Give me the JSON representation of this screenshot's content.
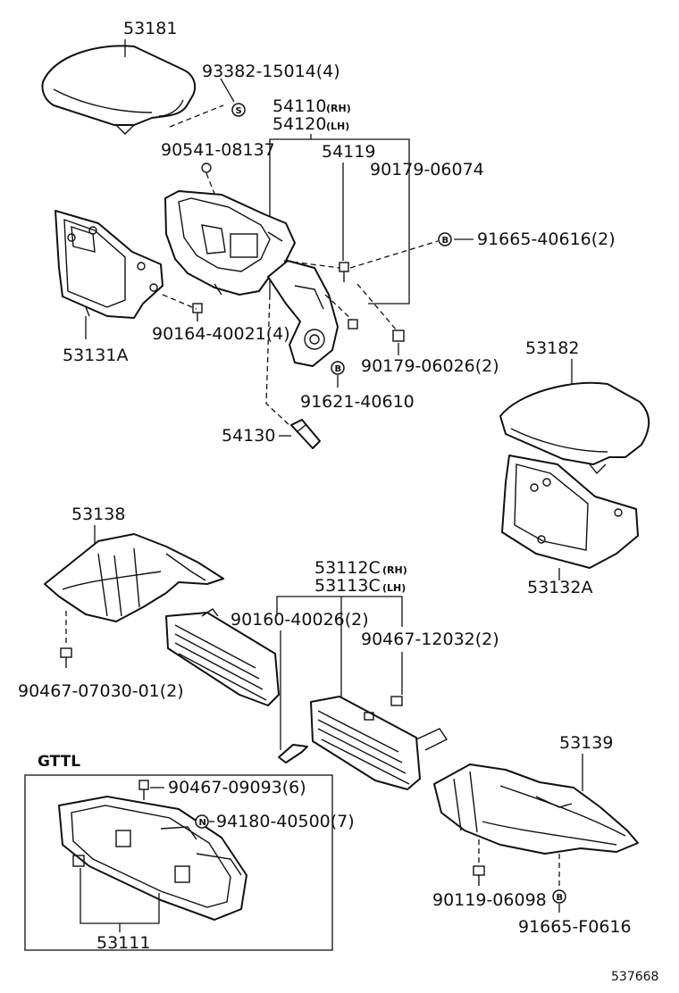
{
  "labels": {
    "p53181": "53181",
    "p93382": "93382-15014(4)",
    "p54110": "54110",
    "p54110_side": "(RH)",
    "p54120": "54120",
    "p54120_side": "(LH)",
    "p90541": "90541-08137",
    "p54119": "54119",
    "p90179a": "90179-06074",
    "p91665a": "91665-40616(2)",
    "p53131A": "53131A",
    "p90164": "90164-40021(4)",
    "p90179b": "90179-06026(2)",
    "p91621": "91621-40610",
    "p54130": "54130",
    "p53182": "53182",
    "p53132A": "53132A",
    "p53138": "53138",
    "p53112C": "53112C",
    "p53112C_side": "(RH)",
    "p53113C": "53113C",
    "p53113C_side": "(LH)",
    "p90160": "90160-40026(2)",
    "p90467a": "90467-12032(2)",
    "p90467b": "90467-07030-01(2)",
    "gttl": "GTTL",
    "p90467c": "90467-09093(6)",
    "p94180": "94180-40500(7)",
    "p53111": "53111",
    "p53139": "53139",
    "p90119": "90119-06098",
    "p91665b": "91665-F0616",
    "drawing_no": "537668"
  },
  "badges": {
    "s": "S",
    "b": "B",
    "n": "N"
  }
}
